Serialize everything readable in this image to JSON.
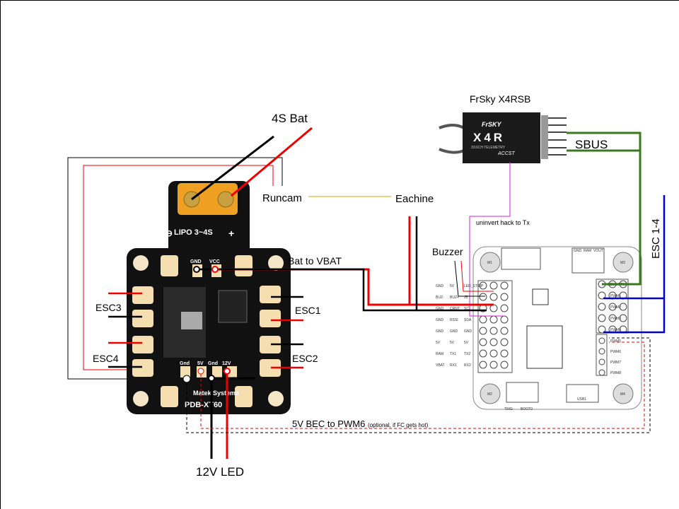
{
  "labels": {
    "battery": "4S Bat",
    "runcam": "Runcam",
    "eachine": "Eachine",
    "receiver": "FrSky X4RSB",
    "sbus": "SBUS",
    "uninvert": "uninvert hack to Tx",
    "esc14": "ESC 1-4",
    "buzzer": "Buzzer",
    "bat_vbat": "Bat to VBAT",
    "esc1": "ESC1",
    "esc2": "ESC2",
    "esc3": "ESC3",
    "esc4": "ESC4",
    "bec": "5V BEC to PWM6",
    "bec_note": "(optional, if FC gets hot)",
    "led": "12V LED"
  },
  "pdb": {
    "lipo": "LIPO 3~4S",
    "gnd": "GND",
    "vcc": "VCC",
    "pad_gnd1": "Gnd",
    "pad_5v": "5V",
    "pad_gnd2": "Gnd",
    "pad_12v": "12V",
    "brand": "Matek Systems",
    "model": "PDB-XT60"
  },
  "receiver_logo": {
    "brand": "FrSKY",
    "model": "X4R",
    "sub": "3/16CH TELEMETRY",
    "accst": "ACCST"
  },
  "fc": {
    "left_pins": [
      [
        "GND",
        "5V",
        "LED_STRIP"
      ],
      [
        "BUZ-",
        "BUZ+",
        "J5"
      ],
      [
        "GND",
        "CRNT",
        "SCL"
      ],
      [
        "GND",
        "RSSI",
        "SDA"
      ],
      [
        "GND",
        "GND",
        "GND"
      ],
      [
        "5V",
        "5V",
        "5V"
      ],
      [
        "RAM",
        "TX1",
        "TX2"
      ],
      [
        "VBAT",
        "RX1",
        "RX2"
      ]
    ],
    "right_pins": [
      "SBUS PPM",
      "PWM1",
      "PWM2",
      "PWM3",
      "PWM4",
      "PWM5",
      "PWM6",
      "PWM7",
      "PWM8"
    ],
    "top_pins": [
      "GND",
      "RAM",
      "VOUT"
    ],
    "mounts": [
      "M1",
      "M3",
      "M2",
      "M4"
    ],
    "bottom": [
      "TRIG",
      "BOOT0",
      "USB1"
    ]
  },
  "colors": {
    "power": "#e00000",
    "ground": "#000000",
    "sbus": "#3a7a1e",
    "esc_signal": "#0000d0",
    "tx": "#d020d0",
    "video": "#d9a400"
  }
}
